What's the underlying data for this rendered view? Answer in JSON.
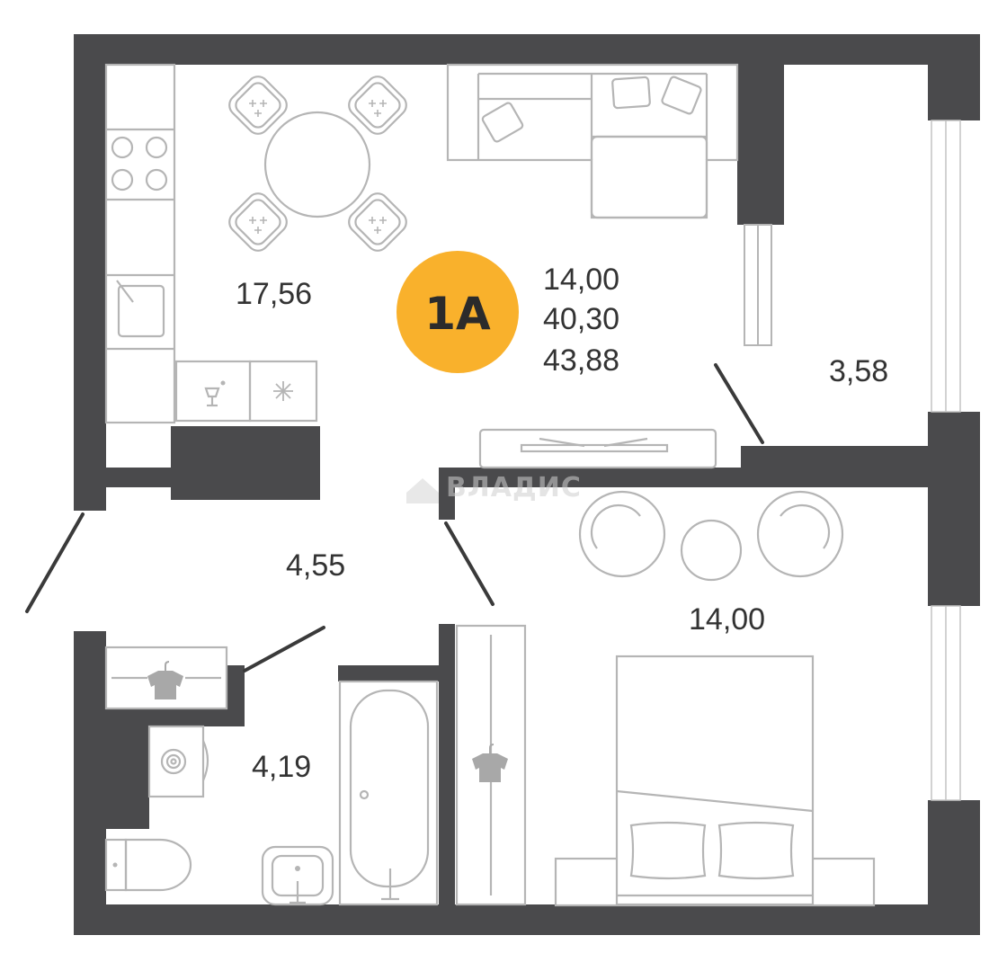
{
  "unit_badge": {
    "label": "1A",
    "color": "#f9b12c"
  },
  "summary": {
    "living_area": "14,00",
    "total_area": "40,30",
    "total_area_with_balcony": "43,88"
  },
  "rooms": {
    "kitchen_living": "17,56",
    "balcony": "3,58",
    "hallway": "4,55",
    "bathroom": "4,19",
    "bedroom": "14,00"
  },
  "watermark": "ВЛАДИС",
  "colors": {
    "wall": "#4a4a4c",
    "furniture_stroke": "#b5b5b5",
    "accent": "#f9b12c"
  }
}
